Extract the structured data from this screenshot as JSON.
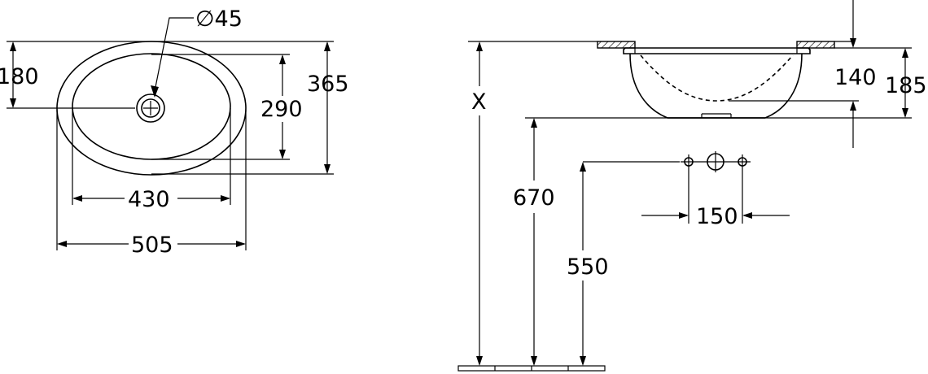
{
  "plan_view": {
    "hole_diameter": "∅45",
    "dim_180": "180",
    "dim_365": "365",
    "dim_290": "290",
    "dim_430": "430",
    "dim_505": "505"
  },
  "elevation_view": {
    "dim_x": "X",
    "dim_140": "140",
    "dim_185": "185",
    "dim_670": "670",
    "dim_550": "550",
    "dim_150": "150"
  }
}
